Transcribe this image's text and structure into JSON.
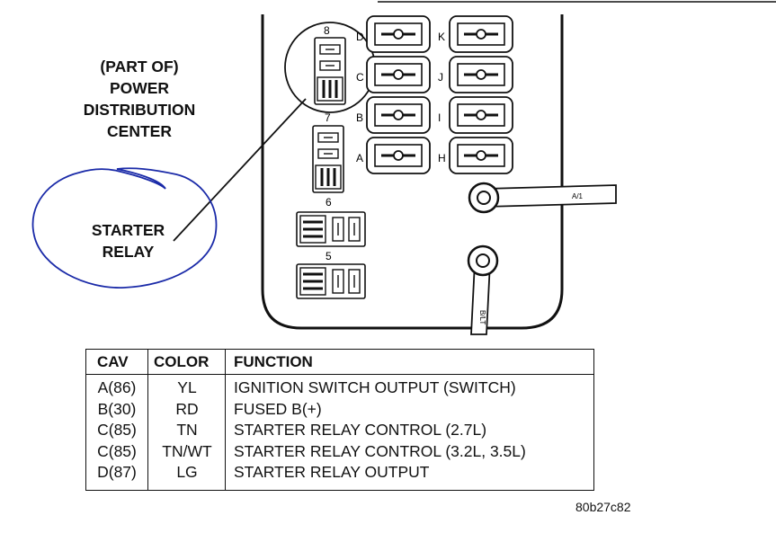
{
  "diagram": {
    "part_label": [
      "(PART OF)",
      "POWER",
      "DISTRIBUTION",
      "CENTER"
    ],
    "relay_label": [
      "STARTER",
      "RELAY"
    ],
    "relay_slots": [
      "8",
      "7",
      "6",
      "5"
    ],
    "fuse_letters_left": [
      "D",
      "C",
      "B",
      "A"
    ],
    "fuse_letters_right": [
      "K",
      "J",
      "I",
      "H"
    ],
    "stud_labels": [
      "A/1",
      "B/LT"
    ],
    "annotation_color": "#1a2aa8"
  },
  "table": {
    "headers": {
      "cav": "CAV",
      "color": "COLOR",
      "function": "FUNCTION"
    },
    "rows": [
      {
        "cav": "A(86)",
        "color": "YL",
        "function": "IGNITION SWITCH OUTPUT (SWITCH)"
      },
      {
        "cav": "B(30)",
        "color": "RD",
        "function": "FUSED B(+)"
      },
      {
        "cav": "C(85)",
        "color": "TN",
        "function": "STARTER RELAY CONTROL (2.7L)"
      },
      {
        "cav": "C(85)",
        "color": "TN/WT",
        "function": "STARTER RELAY CONTROL (3.2L, 3.5L)"
      },
      {
        "cav": "D(87)",
        "color": "LG",
        "function": "STARTER RELAY OUTPUT"
      }
    ]
  },
  "figure_code": "80b27c82"
}
